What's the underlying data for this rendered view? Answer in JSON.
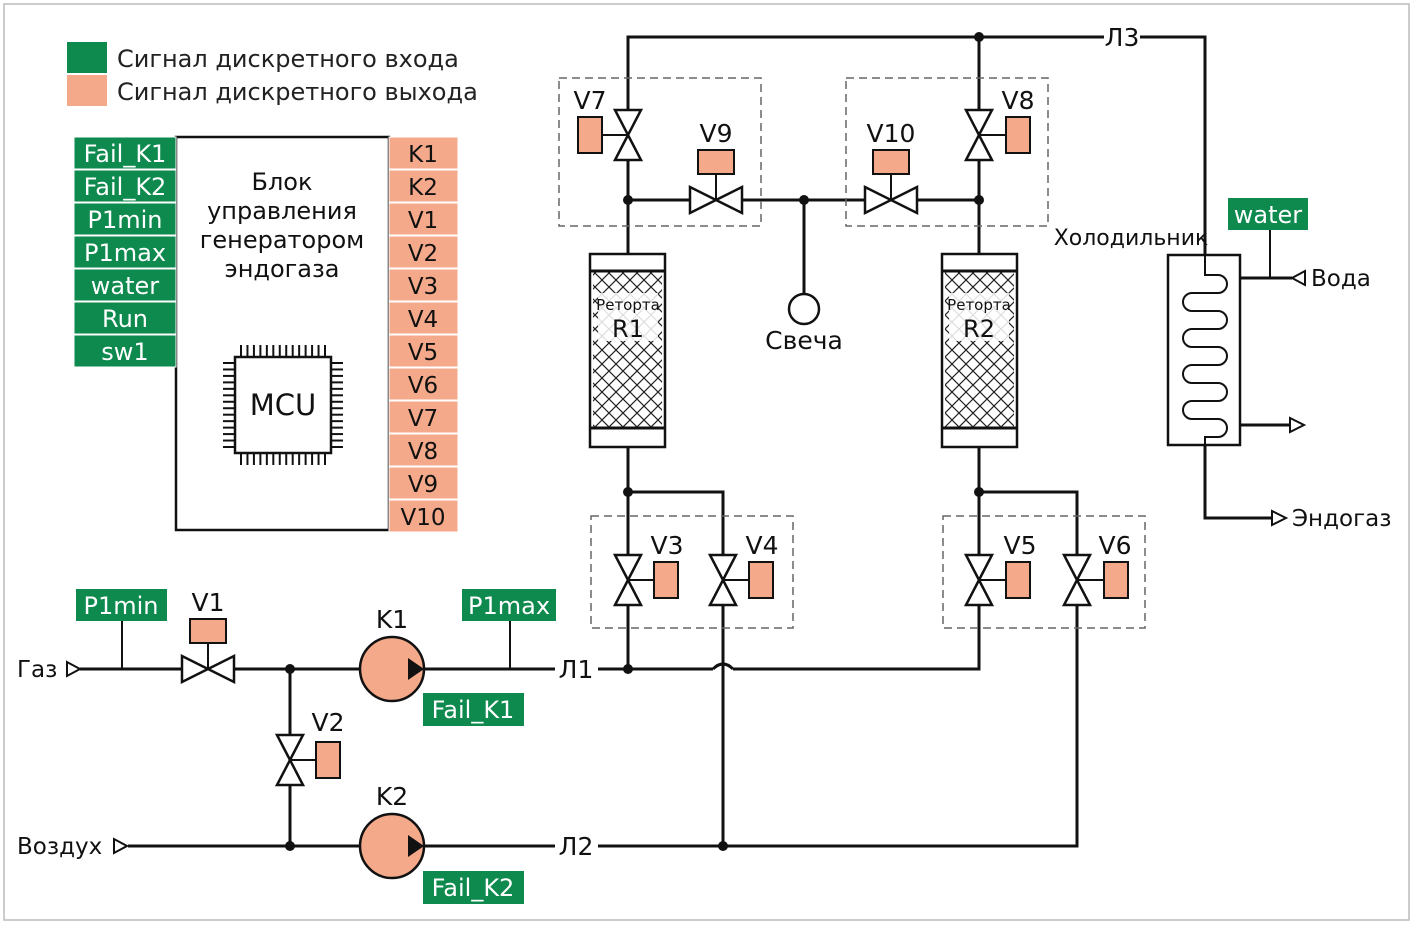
{
  "colors": {
    "input_signal": "#0e8a4e",
    "output_signal": "#f4a98a",
    "actuator": "#f4a98a",
    "pump": "#f4a98a",
    "line": "#111111"
  },
  "legend": {
    "input_label": "Сигнал дискретного входа",
    "output_label": "Сигнал дискретного выхода"
  },
  "controller": {
    "title_lines": [
      "Блок",
      "управления",
      "генератором",
      "эндогаза"
    ],
    "chip_label": "MCU",
    "inputs": [
      "Fail_K1",
      "Fail_K2",
      "P1min",
      "P1max",
      "water",
      "Run",
      "sw1"
    ],
    "outputs": [
      "K1",
      "K2",
      "V1",
      "V2",
      "V3",
      "V4",
      "V5",
      "V6",
      "V7",
      "V8",
      "V9",
      "V10"
    ]
  },
  "lines": {
    "l1": "Л1",
    "l2": "Л2",
    "l3": "Л3"
  },
  "ports": {
    "gas": "Газ",
    "air": "Воздух",
    "water_in": "Вода",
    "endogas": "Эндогаз"
  },
  "valves": {
    "v1": "V1",
    "v2": "V2",
    "v3": "V3",
    "v4": "V4",
    "v5": "V5",
    "v6": "V6",
    "v7": "V7",
    "v8": "V8",
    "v9": "V9",
    "v10": "V10"
  },
  "pumps": {
    "k1": "K1",
    "k2": "K2"
  },
  "sensors": {
    "p1min": "P1min",
    "p1max": "P1max",
    "fail_k1": "Fail_K1",
    "fail_k2": "Fail_K2",
    "water": "water"
  },
  "retorts": {
    "r1_caption": "Реторта",
    "r1_id": "R1",
    "r2_caption": "Реторта",
    "r2_id": "R2"
  },
  "candle": "Свеча",
  "cooler": "Холодильник"
}
